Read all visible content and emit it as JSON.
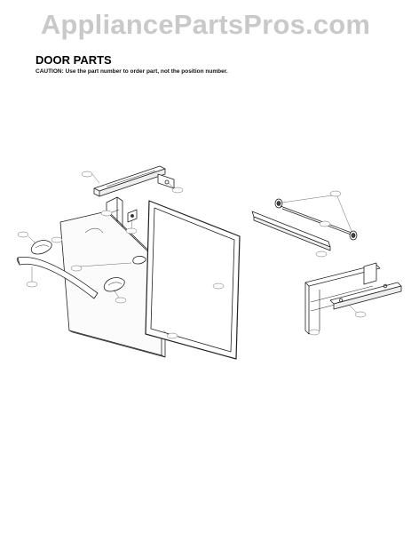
{
  "watermark": "AppliancePartsPros.com",
  "heading": "DOOR PARTS",
  "caution": "CAUTION: Use the part number to order part, not the position number."
}
